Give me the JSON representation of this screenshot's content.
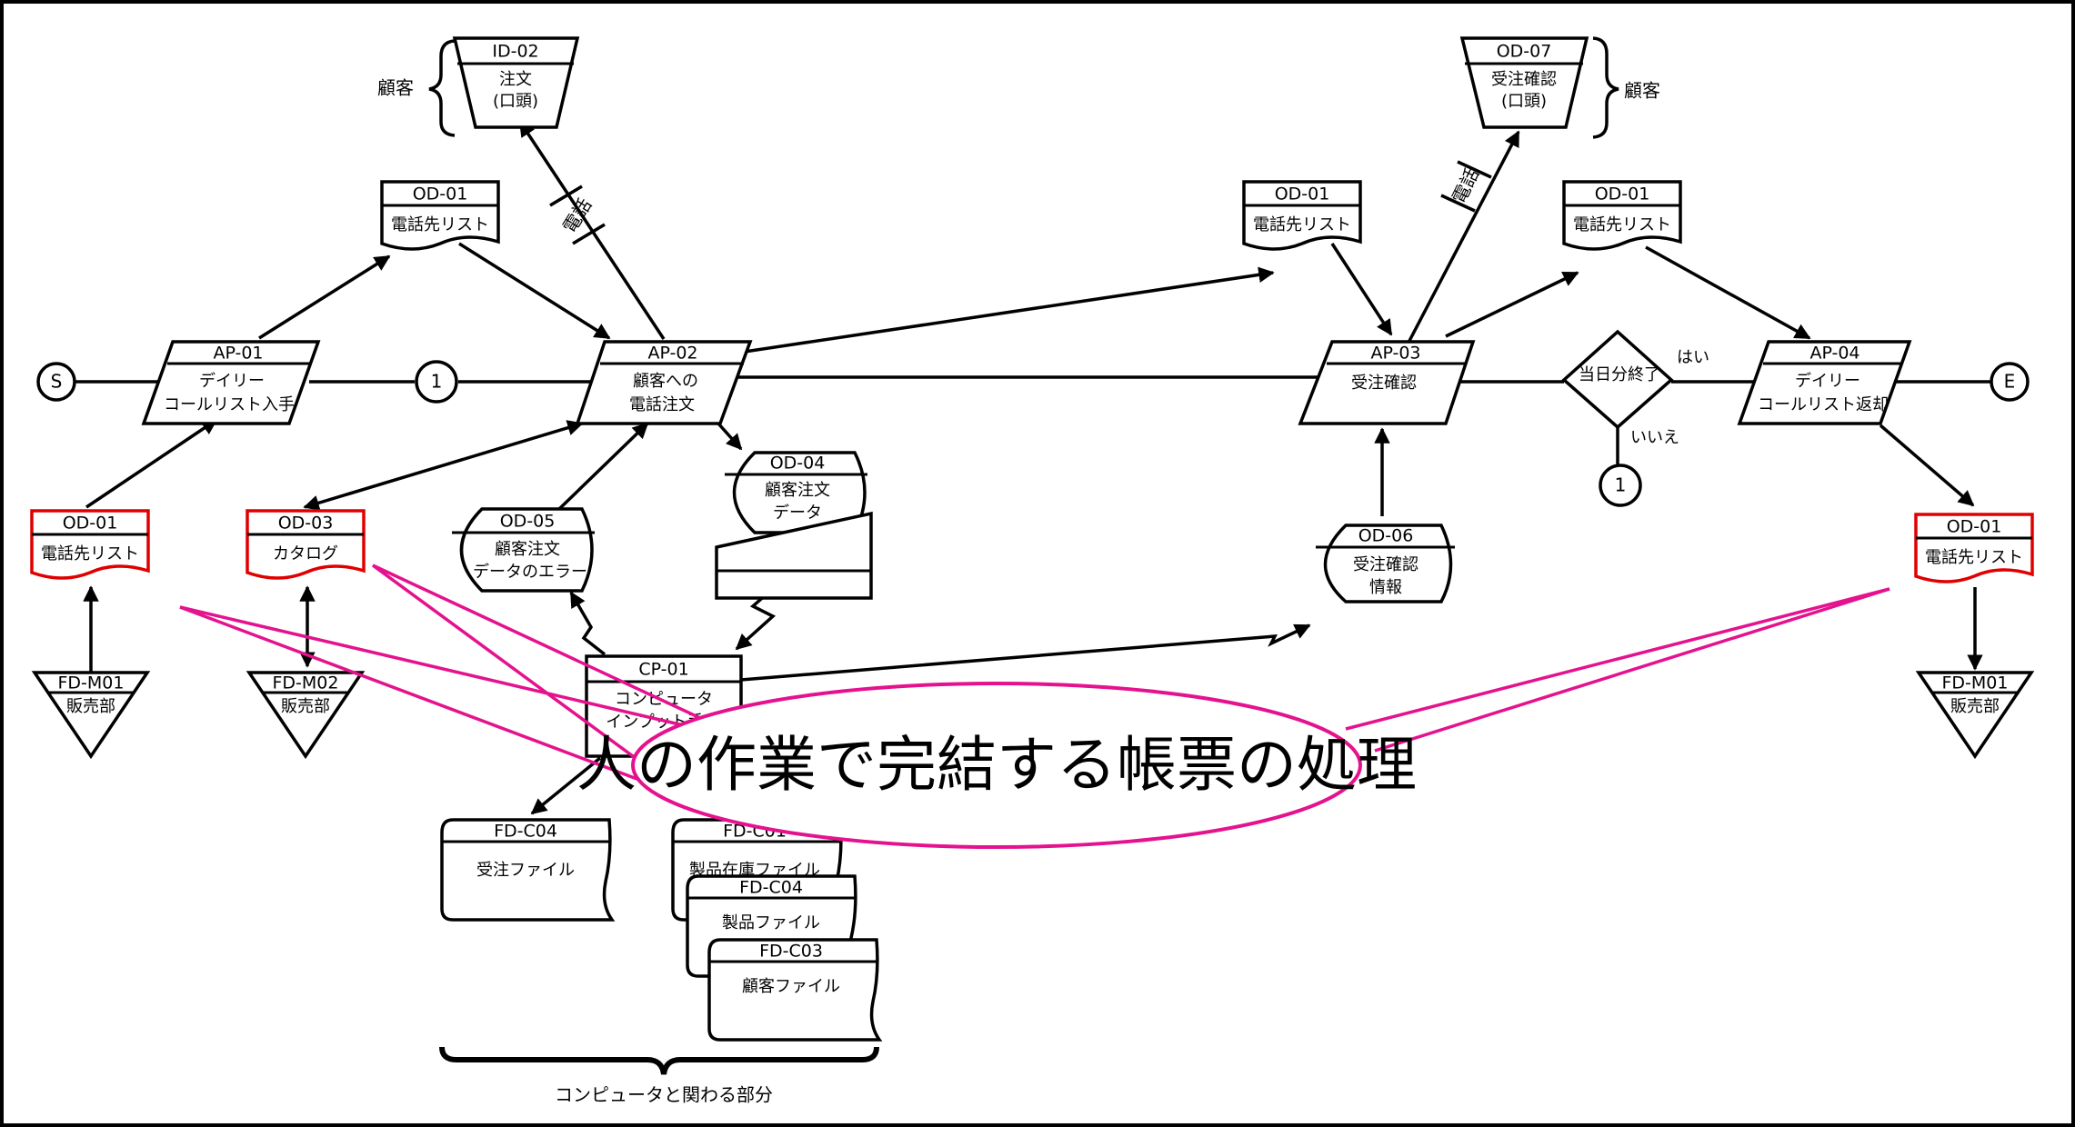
{
  "start_connector": "S",
  "end_connector": "E",
  "connector_1": "1",
  "customer_label": "顧客",
  "phone_label": "電話",
  "bottom_label": "コンピュータと関わる部分",
  "callout_text": "人の作業で完結する帳票の処理",
  "processes": {
    "ap01": {
      "code": "AP-01",
      "line1": "デイリー",
      "line2": "コールリスト入手"
    },
    "ap02": {
      "code": "AP-02",
      "line1": "顧客への",
      "line2": "電話注文"
    },
    "ap03": {
      "code": "AP-03",
      "line1": "受注確認"
    },
    "ap04": {
      "code": "AP-04",
      "line1": "デイリー",
      "line2": "コールリスト返却"
    },
    "cp01": {
      "code": "CP-01",
      "line1": "コンピュータ",
      "line2": "インプット手"
    }
  },
  "decision": {
    "label": "当日分終了",
    "yes": "はい",
    "no": "いいえ"
  },
  "documents": {
    "od01": {
      "code": "OD-01",
      "label": "電話先リスト"
    },
    "od03": {
      "code": "OD-03",
      "label": "カタログ"
    }
  },
  "manual_inputs": {
    "id02": {
      "code": "ID-02",
      "line1": "注文",
      "line2": "(口頭)"
    },
    "od07": {
      "code": "OD-07",
      "line1": "受注確認",
      "line2": "(口頭)"
    }
  },
  "displays": {
    "od04": {
      "code": "OD-04",
      "line1": "顧客注文",
      "line2": "データ"
    },
    "od05": {
      "code": "OD-05",
      "line1": "顧客注文",
      "line2": "データのエラー"
    },
    "od06": {
      "code": "OD-06",
      "line1": "受注確認",
      "line2": "情報"
    }
  },
  "files": {
    "fdm01": {
      "code": "FD-M01",
      "label": "販売部"
    },
    "fdm02": {
      "code": "FD-M02",
      "label": "販売部"
    },
    "fdc04a": {
      "code": "FD-C04",
      "label": "受注ファイル"
    },
    "fdc01": {
      "code": "FD-C01",
      "label": "製品在庫ファイル"
    },
    "fdc04b": {
      "code": "FD-C04",
      "label": "製品ファイル"
    },
    "fdc03": {
      "code": "FD-C03",
      "label": "顧客ファイル"
    }
  }
}
